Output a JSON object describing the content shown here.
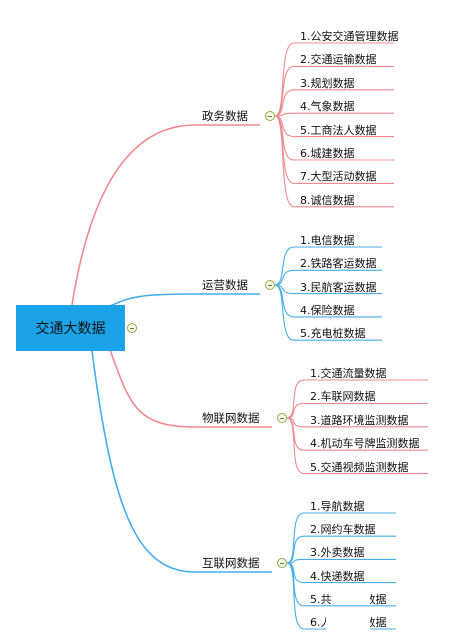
{
  "root": {
    "label": "交通大数据"
  },
  "colors": {
    "red_branch": "#ef8a90",
    "blue_branch": "#45aeea",
    "root_fill": "#1aa3e8",
    "toggle_border": "#8ab04a"
  },
  "icons": {
    "toggle": "collapse-minus-icon"
  },
  "categories": [
    {
      "label": "政务数据",
      "items": [
        "1.公安交通管理数据",
        "2.交通运输数据",
        "3.规划数据",
        "4.气象数据",
        "5.工商法人数据",
        "6.城建数据",
        "7.大型活动数据",
        "8.诚信数据"
      ]
    },
    {
      "label": "运营数据",
      "items": [
        "1.电信数据",
        "2.铁路客运数据",
        "3.民航客运数据",
        "4.保险数据",
        "5.充电桩数据"
      ]
    },
    {
      "label": "物联网数据",
      "items": [
        "1.交通流量数据",
        "2.车联网数据",
        "3.道路环境监测数据",
        "4.机动车号牌监测数据",
        "5.交通视频监测数据"
      ]
    },
    {
      "label": "互联网数据",
      "items": [
        "1.导航数据",
        "2.网约车数据",
        "3.外卖数据",
        "4.快递数据",
        "5.共享单车数据",
        "6.人口迁徙数据"
      ]
    }
  ]
}
